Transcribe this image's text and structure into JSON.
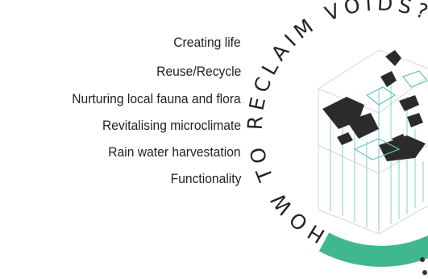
{
  "arc_title": "HOW TO RECLAIM VOIDS?",
  "items": [
    "Creating life",
    "Reuse/Recycle",
    "Nurturing local fauna and flora",
    "Revitalising microclimate",
    "Rain water harvestation",
    "Functionality"
  ],
  "colors": {
    "text": "#222222",
    "accent_arc": "#3fb78f",
    "model_dark": "#2b2b2b",
    "model_lines": "#5ec9b6"
  }
}
